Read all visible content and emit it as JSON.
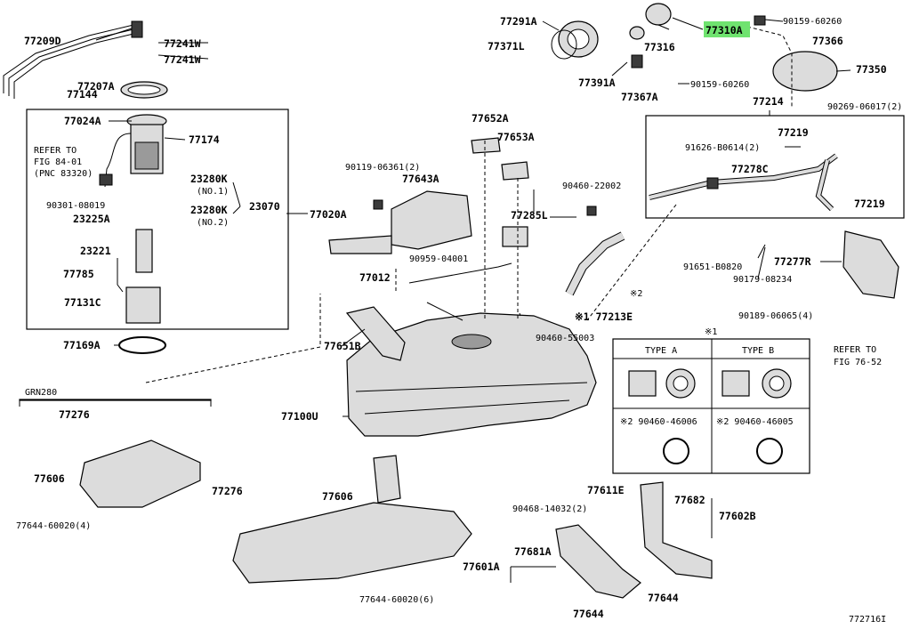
{
  "diagram": {
    "ref_number": "772716I",
    "grade_label": "GRN280",
    "highlight_part": "77310A",
    "labels": {
      "l77209D": "77209D",
      "l77241W_1": "77241W",
      "l77241W_2": "77241W",
      "l77207A": "77207A",
      "l77144": "77144",
      "l77024A": "77024A",
      "l77174": "77174",
      "refer1": "REFER TO",
      "refer2": "FIG 84-01",
      "refer3": "(PNC 83320)",
      "l23280K1": "23280K",
      "no1": "(NO.1)",
      "l23280K2": "23280K",
      "no2": "(NO.2)",
      "l23070": "23070",
      "l90301": "90301-08019",
      "l23225A": "23225A",
      "l23221": "23221",
      "l77785": "77785",
      "l77131C": "77131C",
      "l77020A": "77020A",
      "l77169A": "77169A",
      "l77291A": "77291A",
      "l77371L": "77371L",
      "l77316": "77316",
      "l77310A": "77310A",
      "l90159a": "90159-60260",
      "l77366": "77366",
      "l77350": "77350",
      "l77391A": "77391A",
      "l77367A": "77367A",
      "l90159b": "90159-60260",
      "l77214": "77214",
      "l90269": "90269-06017(2)",
      "l77652A": "77652A",
      "l77653A": "77653A",
      "l90119": "90119-06361(2)",
      "l77643A": "77643A",
      "l90460a": "90460-22002",
      "l77219a": "77219",
      "l91626": "91626-B0614(2)",
      "l77278C": "77278C",
      "l77219b": "77219",
      "l77285L": "77285L",
      "l90959": "90959-04001",
      "l77012": "77012",
      "l91651": "91651-B0820",
      "l77277R": "77277R",
      "l90179": "90179-08234",
      "l77213E": "※1 77213E",
      "mark2": "※2",
      "l90189": "90189-06065(4)",
      "refer4": "REFER TO",
      "refer5": "FIG 76-52",
      "l90460b": "90460-55003",
      "l77651B": "77651B",
      "mark1": "※1",
      "type_a": "TYPE A",
      "type_b": "TYPE B",
      "clamp_a": "※2 90460-46006",
      "clamp_b": "※2 90460-46005",
      "l77100U": "77100U",
      "l77276a": "77276",
      "l77606a": "77606",
      "l77644a": "77644-60020(4)",
      "l77276b": "77276",
      "l77606b": "77606",
      "l77644b": "77644-60020(6)",
      "l90468": "90468-14032(2)",
      "l77611E": "77611E",
      "l77682": "77682",
      "l77602B": "77602B",
      "l77601A": "77601A",
      "l77681A": "77681A",
      "l77644c": "77644",
      "l77644d": "77644"
    }
  }
}
